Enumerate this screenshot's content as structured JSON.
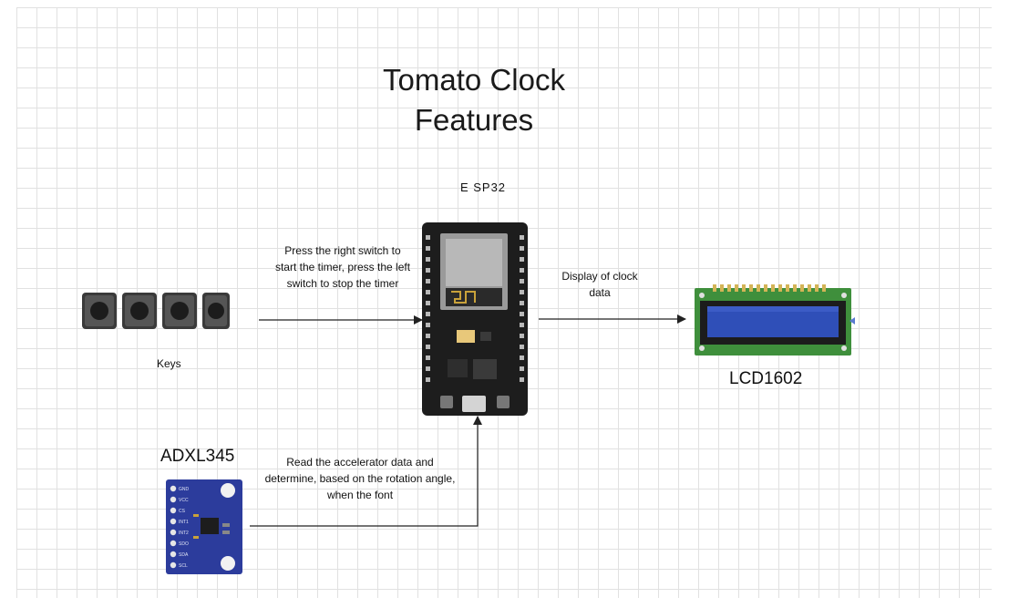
{
  "diagram": {
    "title": "Tomato Clock\nFeatures",
    "nodes": {
      "keys": "Keys",
      "esp32": "E SP32",
      "lcd": "LCD1602",
      "adxl": "ADXL345"
    },
    "edges": {
      "keys_to_esp32": "Press the right switch to start the timer, press the left switch to stop the timer",
      "esp32_to_lcd": "Display of clock data",
      "adxl_to_esp32": "Read the accelerator data and determine, based on the rotation angle, when the font"
    },
    "adxl_pin_labels": [
      "GND",
      "VCC",
      "CS",
      "INT1",
      "INT2",
      "SDO",
      "SDA",
      "SCL"
    ]
  }
}
